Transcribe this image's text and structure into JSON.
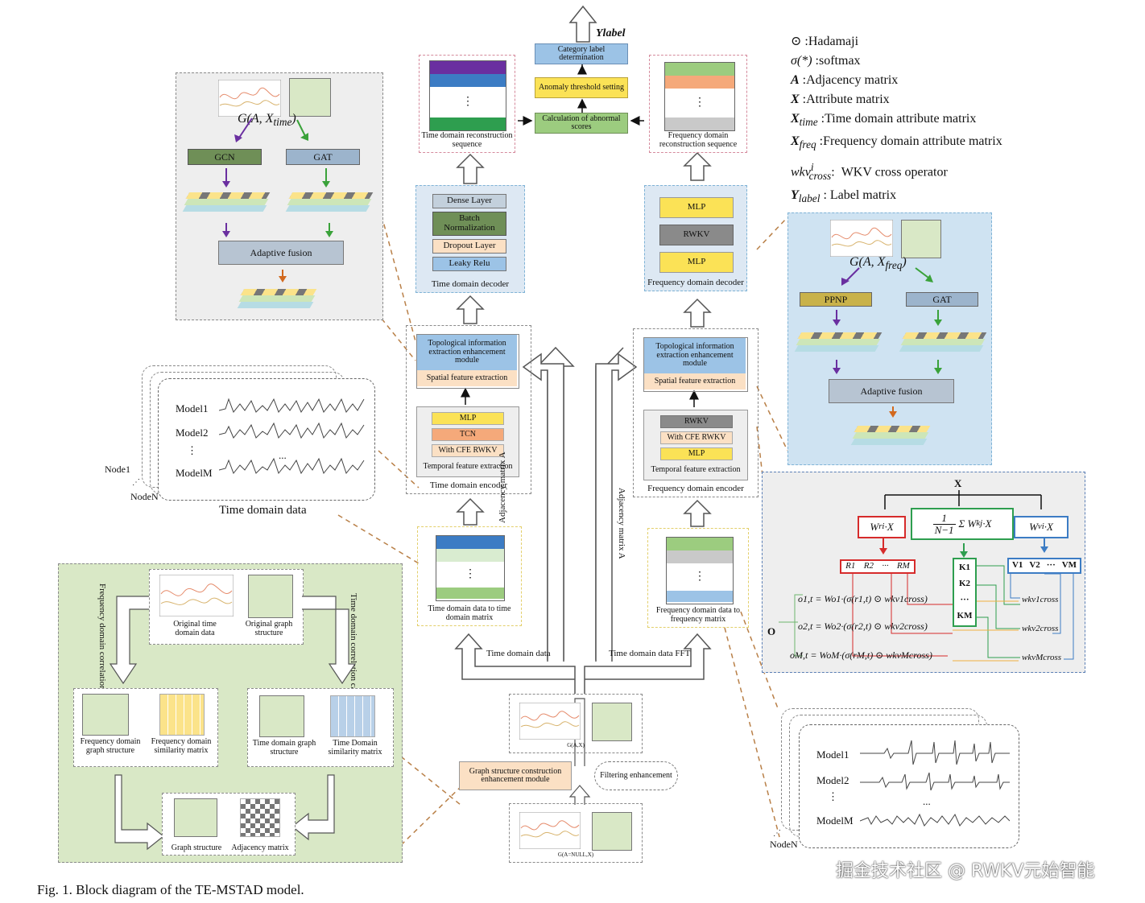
{
  "figure": {
    "caption": "Fig. 1. Block diagram of the TE-MSTAD model.",
    "watermark": "掘金技术社区 @ RWKV元始智能",
    "top_output_label": "Ylabel"
  },
  "legend": [
    {
      "symbol": "⊙",
      "text": ":Hadamaji"
    },
    {
      "symbol": "σ(*)",
      "text": ":softmax"
    },
    {
      "symbol": "A",
      "text": ":Adjacency matrix"
    },
    {
      "symbol": "X",
      "text": ":Attribute matrix"
    },
    {
      "symbol": "Xtime",
      "text": ":Time domain attribute matrix"
    },
    {
      "symbol": "Xfreq",
      "text": ":Frequency domain attribute matrix"
    },
    {
      "symbol": "wkv cross",
      "text": "WKV cross operator"
    },
    {
      "symbol": "Ylabel",
      "text": ":  Label matrix"
    }
  ],
  "top_center": {
    "category_label": "Category label determination",
    "anomaly_threshold": "Anomaly threshold setting",
    "abnormal_scores": "Calculation of abnormal scores"
  },
  "time_branch": {
    "reconstruction_label": "Time domain reconstruction sequence",
    "decoder": {
      "layers": [
        "Dense Layer",
        "Batch Normalization",
        "Dropout Layer",
        "Leaky Relu"
      ],
      "label": "Time domain decoder"
    },
    "encoder": {
      "topo": "Topological information extraction enhancement module",
      "spatial": "Spatial feature extraction",
      "temporal_layers": [
        "MLP",
        "TCN",
        "With CFE RWKV"
      ],
      "temporal_label": "Temporal feature extraction",
      "label": "Time domain encoder"
    },
    "input_label": "Time domain data to time domain matrix",
    "arrow_label": "Time domain data"
  },
  "freq_branch": {
    "reconstruction_label": "Frequency domain reconstruction sequence",
    "decoder": {
      "layers": [
        "MLP",
        "RWKV",
        "MLP"
      ],
      "label": "Frequency domain decoder"
    },
    "encoder": {
      "topo": "Topological information extraction enhancement module",
      "spatial": "Spatial feature extraction",
      "temporal_layers": [
        "RWKV",
        "With CFE RWKV",
        "MLP"
      ],
      "temporal_label": "Temporal feature extraction",
      "label": "Frequency domain encoder"
    },
    "input_label": "Frequency domain data to frequency matrix",
    "arrow_label": "Time domain data FFT"
  },
  "adjacency_labels": {
    "left": "Adjacency matrix A",
    "right": "Adjacency matrix A"
  },
  "time_spatial_panel": {
    "graph_label": "G(A, Xtime)",
    "left_branch": "GCN",
    "right_branch": "GAT",
    "fusion": "Adaptive fusion"
  },
  "freq_spatial_panel": {
    "graph_label": "G(A, Xfreq)",
    "left_branch": "PPNP",
    "right_branch": "GAT",
    "fusion": "Adaptive fusion"
  },
  "time_domain_data": {
    "models": [
      "Model1",
      "Model2",
      "⋮",
      "ModelM"
    ],
    "ellipsis": "...",
    "node_first": "Node1",
    "node_last": "NodeN",
    "title": "Time domain data"
  },
  "freq_domain_data": {
    "models": [
      "Model1",
      "Model2",
      "⋮",
      "ModelM"
    ],
    "ellipsis": "...",
    "node_last": "NodeN"
  },
  "graph_construction": {
    "original_time": "Original time domain data",
    "original_graph": "Original graph structure",
    "freq_corr": "Frequency domain correlation calculation",
    "time_corr": "Time domain correlation calculation",
    "freq_graph": "Frequency domain graph structure",
    "freq_sim": "Frequency domain similarity matrix",
    "time_graph": "Time domain graph structure",
    "time_sim": "Time Domain similarity matrix",
    "out_graph": "Graph structure",
    "out_adj": "Adjacency matrix"
  },
  "bottom_center": {
    "gax_label": "G(A,X)",
    "module": "Graph structure construction enhancement module",
    "filtering": "Filtering enhancement",
    "ganull_label": "G(A=NULL,X)"
  },
  "wkv_panel": {
    "x_label": "X",
    "wr": "Wr·X",
    "wk_formula": "1/(N−1) Σ Wk·X",
    "wv": "Wv·X",
    "r_row": [
      "R1",
      "R2",
      "···",
      "RM"
    ],
    "k_col": [
      "K1",
      "K2",
      "···",
      "KM"
    ],
    "v_row": [
      "V1",
      "V2",
      "···",
      "VM"
    ],
    "o_label": "O",
    "outputs": [
      "o1,t = Wo1·(σ(r1,t) ⊙ wkv1cross)",
      "o2,t = Wo2·(σ(r2,t) ⊙ wkv2cross)",
      "oM,t = WoM·(σ(rM,t) ⊙ wkvMcross)"
    ],
    "wkv_items": [
      "wkv1cross",
      "wkv2cross",
      "wkvMcross"
    ]
  },
  "colors": {
    "purple": "#6a2fa0",
    "blue": "#3c7cc4",
    "green": "#2e9e4f",
    "green_layer": "#9ccc7f",
    "orange_layer": "#f5a97a",
    "gray_layer": "#c9c9c9",
    "yellow_box": "#fbe256",
    "gray_box": "#8a9aa8",
    "darkgreen_box": "#6f8f57",
    "peach_box": "#fbe0c4",
    "blue_box": "#9cc3e6",
    "red": "#d62b2b",
    "arrow_purple": "#6a2fa0",
    "arrow_green": "#3aa23a",
    "arrow_orange": "#d2691e"
  }
}
